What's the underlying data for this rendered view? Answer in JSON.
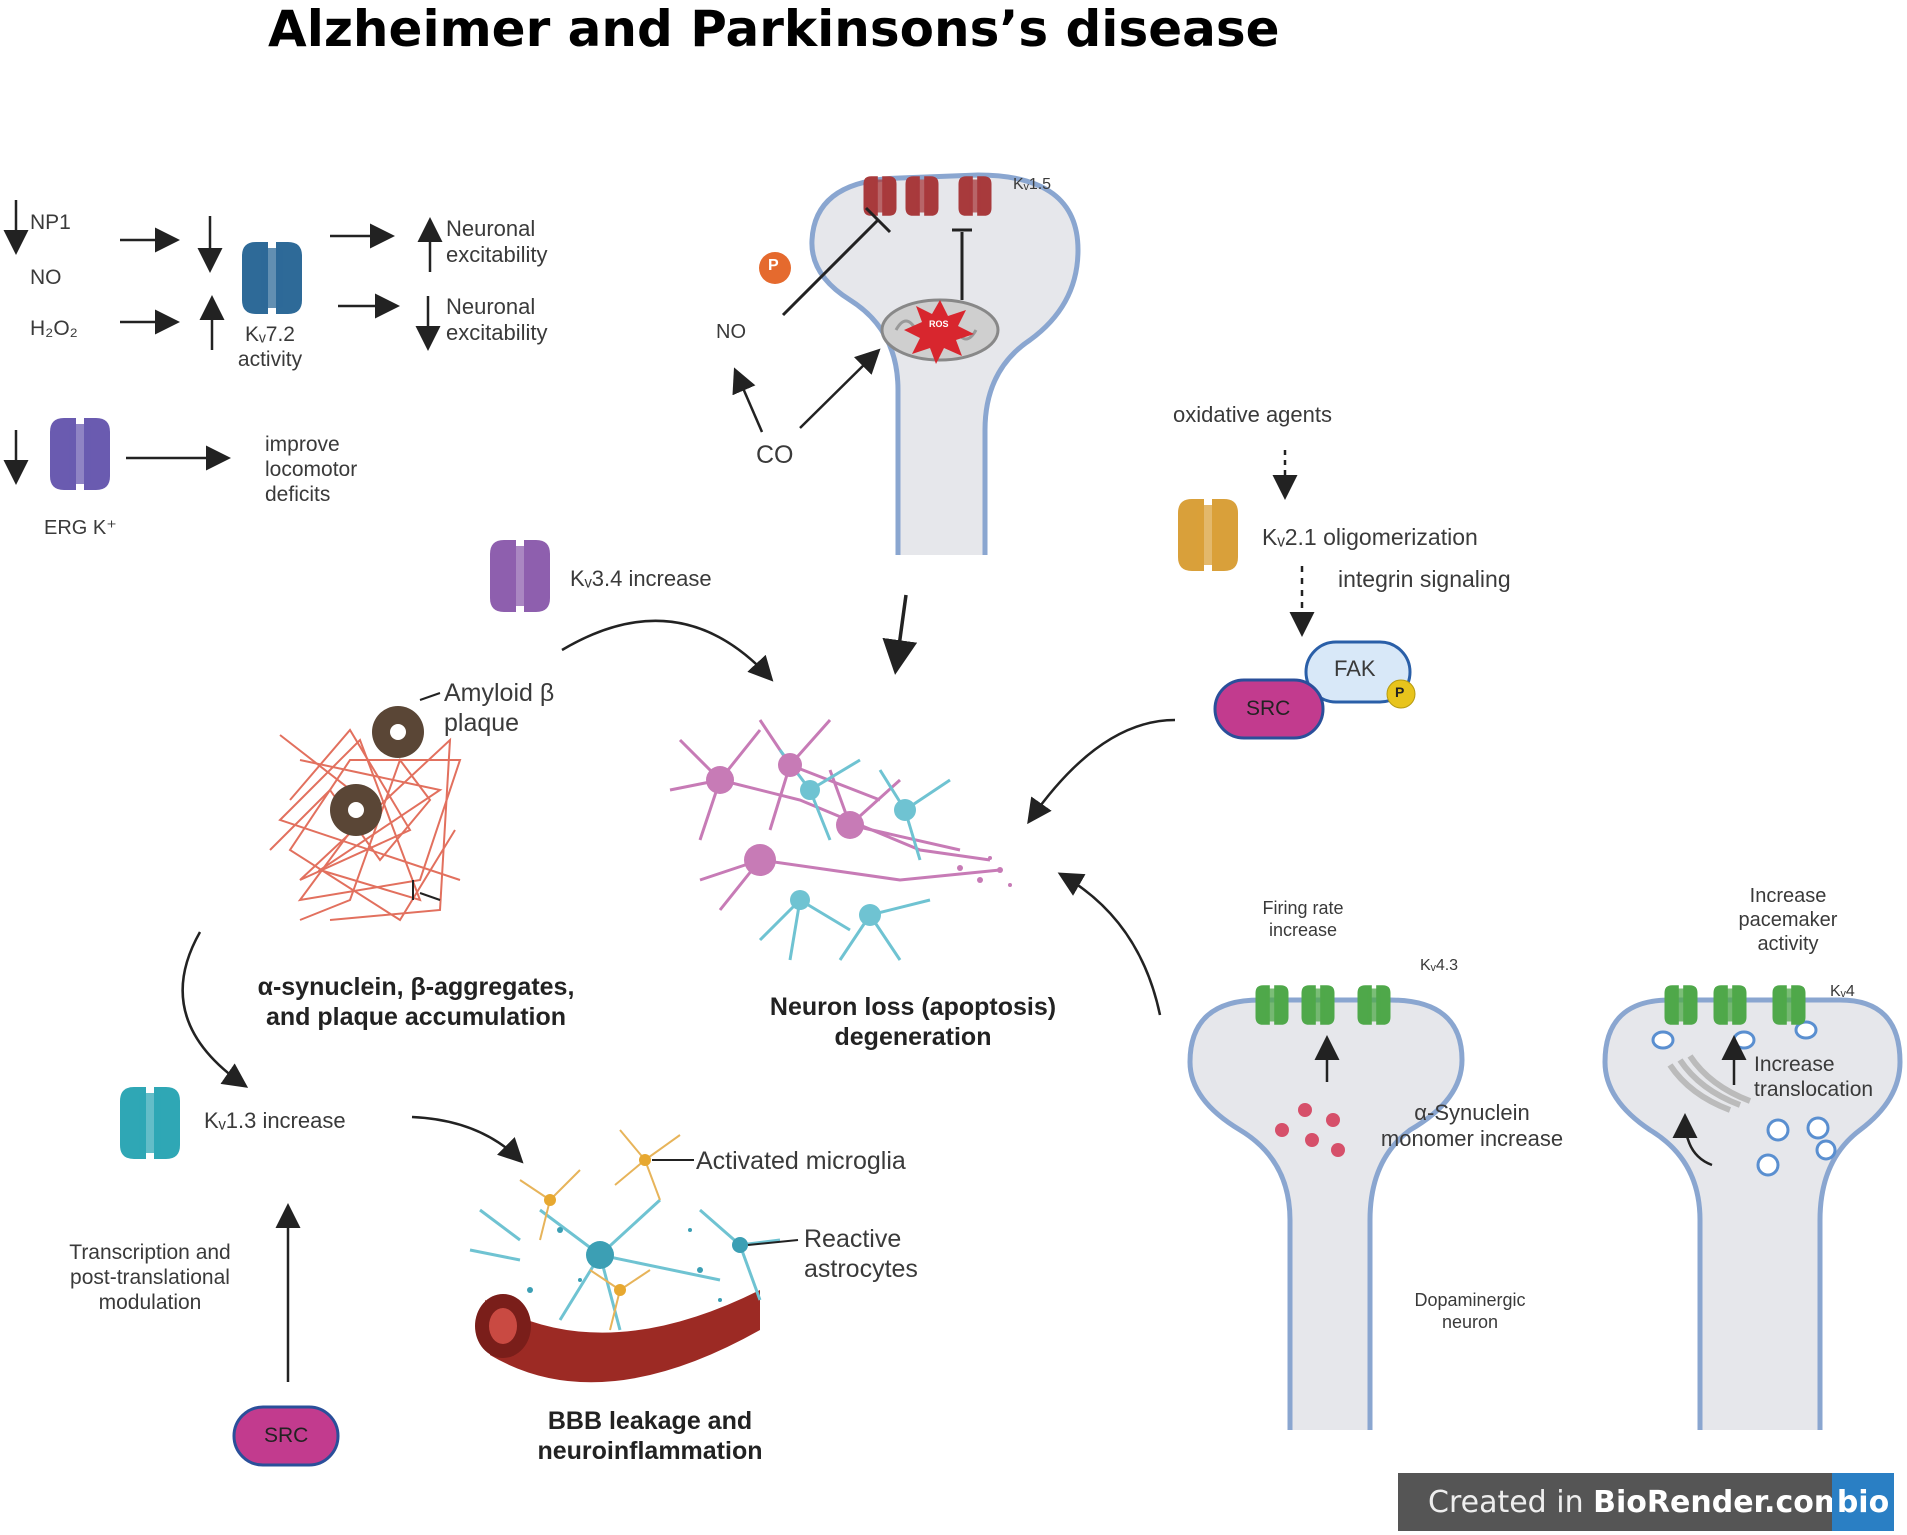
{
  "title": "Alzheimer and Parkinsons’s disease",
  "top_left": {
    "np1": "NP1",
    "no": "NO",
    "h2o2": "H₂O₂",
    "kv72": "Kᵥ7.2\nactivity",
    "neuronal_excitability_up": "Neuronal\nexcitability",
    "neuronal_excitability_down": "Neuronal\nexcitability",
    "erg": "ERG K⁺",
    "locomotor": "improve\nlocomotor\ndeficits"
  },
  "kv15_panel": {
    "channel": "Kᵥ1.5",
    "phospho": "P",
    "no": "NO",
    "co": "CO",
    "ros": "ROS"
  },
  "kv34": "Kᵥ3.4 increase",
  "amyloid": "Amyloid β\nplaque",
  "aggregates": "α-synuclein, β-aggregates,\nand plaque accumulation",
  "neuron_loss": "Neuron loss (apoptosis)\ndegeneration",
  "right_top": {
    "oxidative": "oxidative agents",
    "kv21": "Kᵥ2.1 oligomerization",
    "integrin": "integrin signaling",
    "fak": "FAK",
    "src": "SRC",
    "p": "P"
  },
  "kv13": "Kᵥ1.3 increase",
  "transcription": "Transcription and\npost-translational\nmodulation",
  "src_bottom": "SRC",
  "microglia": "Activated microglia",
  "astrocytes": "Reactive\nastrocytes",
  "bbb": "BBB leakage and\nneuroinflammation",
  "dopaminergic": {
    "firing": "Firing rate\nincrease",
    "kv43": "Kᵥ4.3",
    "synuclein": "α-Synuclein\nmonomer increase",
    "neuron": "Dopaminergic\nneuron",
    "pacemaker": "Increase\npacemaker\nactivity",
    "kv4": "Kᵥ4",
    "translocation": "Increase\ntranslocation"
  },
  "footer": {
    "prefix": "Created in ",
    "brand": "BioRender.com",
    "logo": "bio"
  },
  "colors": {
    "kv72": "#2e6a98",
    "erg": "#6a5bb0",
    "kv15": "#a83a3c",
    "kv34": "#8e5fae",
    "kv21": "#d9a03a",
    "kv13": "#2fa7b5",
    "kv43": "#4fa84a",
    "src": "#c23b8e",
    "fak": "#d8e8f8"
  }
}
